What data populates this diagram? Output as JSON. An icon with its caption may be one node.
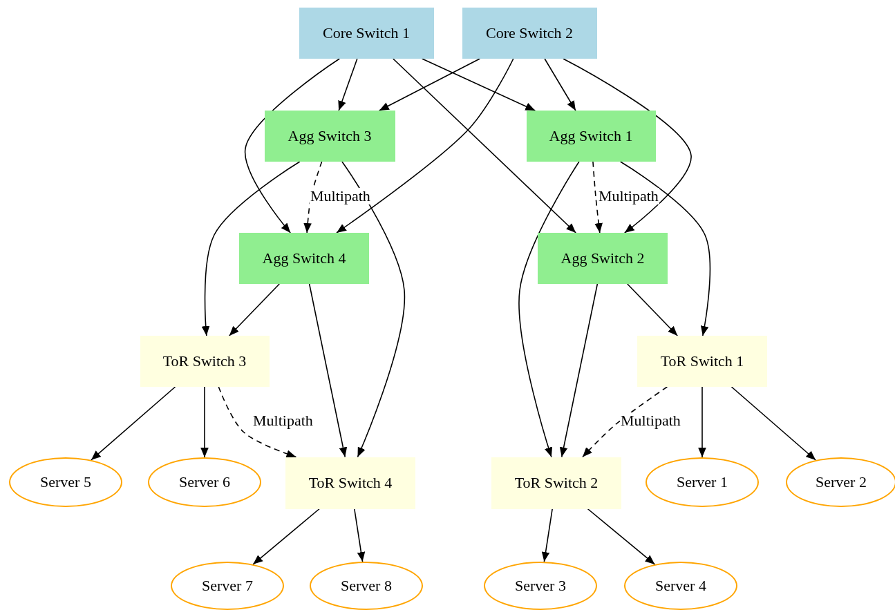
{
  "diagram": {
    "nodes": [
      {
        "text": [
          "Core Switch 1"
        ]
      },
      {
        "text": [
          "Core Switch 2"
        ]
      },
      {
        "text": [
          "Agg Switch 3"
        ]
      },
      {
        "text": [
          "Agg Switch 1"
        ]
      },
      {
        "text": [
          "Agg Switch 4"
        ]
      },
      {
        "text": [
          "Agg Switch 2"
        ]
      },
      {
        "text": [
          "ToR Switch 3"
        ]
      },
      {
        "text": [
          "ToR Switch 1"
        ]
      },
      {
        "text": [
          "Server 5"
        ]
      },
      {
        "text": [
          "Server 6"
        ]
      },
      {
        "text": [
          "ToR Switch 4"
        ]
      },
      {
        "text": [
          "ToR Switch 2"
        ]
      },
      {
        "text": [
          "Server 1"
        ]
      },
      {
        "text": [
          "Server 2"
        ]
      },
      {
        "text": [
          "Server 7"
        ]
      },
      {
        "text": [
          "Server 8"
        ]
      },
      {
        "text": [
          "Server 3"
        ]
      },
      {
        "text": [
          "Server 4"
        ]
      }
    ],
    "edges": [
      {
        "from": 0,
        "to": 2,
        "arrow": "to"
      },
      {
        "from": 0,
        "to": 3,
        "arrow": "to"
      },
      {
        "from": 0,
        "to": 4,
        "arrow": "to"
      },
      {
        "from": 0,
        "to": 5,
        "arrow": "to"
      },
      {
        "from": 1,
        "to": 2,
        "arrow": "to"
      },
      {
        "from": 1,
        "to": 3,
        "arrow": "to"
      },
      {
        "from": 1,
        "to": 4,
        "arrow": "to"
      },
      {
        "from": 1,
        "to": 5,
        "arrow": "to"
      },
      {
        "from": 2,
        "to": 4,
        "arrow": "to",
        "label": "Multipath",
        "style": "dashed"
      },
      {
        "from": 2,
        "to": 6,
        "arrow": "to"
      },
      {
        "from": 2,
        "to": 10,
        "arrow": "to"
      },
      {
        "from": 3,
        "to": 5,
        "arrow": "to",
        "label": "Multipath",
        "style": "dashed"
      },
      {
        "from": 3,
        "to": 11,
        "arrow": "to"
      },
      {
        "from": 3,
        "to": 7,
        "arrow": "to"
      },
      {
        "from": 4,
        "to": 6,
        "arrow": "to"
      },
      {
        "from": 4,
        "to": 10,
        "arrow": "to"
      },
      {
        "from": 5,
        "to": 11,
        "arrow": "to"
      },
      {
        "from": 5,
        "to": 7,
        "arrow": "to"
      },
      {
        "from": 6,
        "to": 8,
        "arrow": "to"
      },
      {
        "from": 6,
        "to": 9,
        "arrow": "to"
      },
      {
        "from": 6,
        "to": 10,
        "arrow": "to",
        "label": "Multipath",
        "style": "dashed"
      },
      {
        "from": 7,
        "to": 11,
        "arrow": "to",
        "label": "Multipath",
        "style": "dashed"
      },
      {
        "from": 7,
        "to": 12,
        "arrow": "to"
      },
      {
        "from": 7,
        "to": 13,
        "arrow": "to"
      },
      {
        "from": 10,
        "to": 14,
        "arrow": "to"
      },
      {
        "from": 10,
        "to": 15,
        "arrow": "to"
      },
      {
        "from": 11,
        "to": 16,
        "arrow": "to"
      },
      {
        "from": 11,
        "to": 17,
        "arrow": "to"
      }
    ]
  }
}
